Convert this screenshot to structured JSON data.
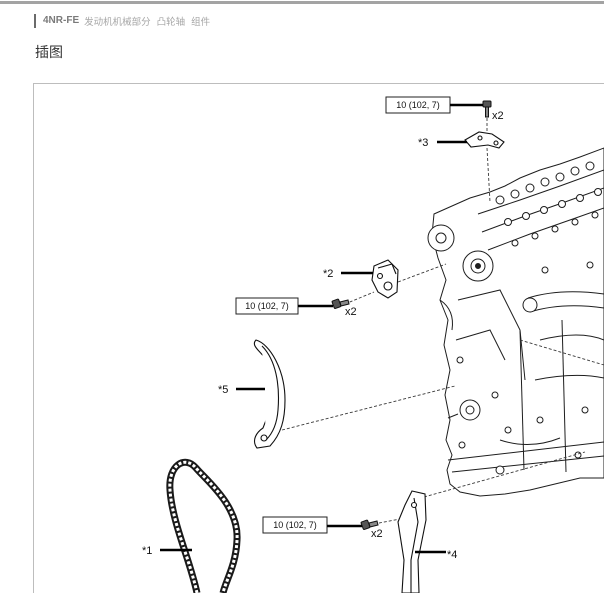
{
  "header": {
    "model": "4NR-FE",
    "section": "发动机机械部分",
    "subsection": "凸轮轴",
    "page": "组件"
  },
  "heading": "插图",
  "diagram": {
    "torque_labels": [
      "10 (102, 7)",
      "10 (102, 7)",
      "10 (102, 7)"
    ],
    "quantity_labels": [
      "x2",
      "x2",
      "x2"
    ],
    "callouts": [
      "*1",
      "*2",
      "*3",
      "*4",
      "*5"
    ]
  }
}
